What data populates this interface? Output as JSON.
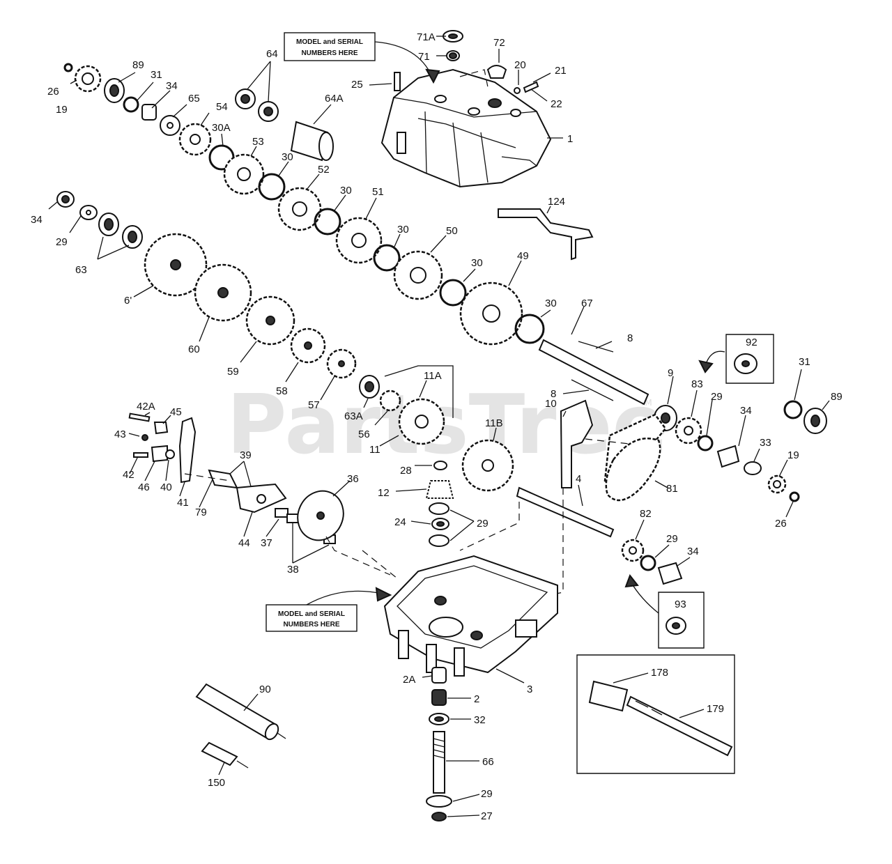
{
  "watermark": {
    "text": "PartsTree",
    "tm": "TM"
  },
  "callouts": {
    "model_serial_top": [
      "MODEL and SERIAL",
      "NUMBERS HERE"
    ],
    "model_serial_bottom": [
      "MODEL and SERIAL",
      "NUMBERS HERE"
    ]
  },
  "labels": {
    "l71A": "71A",
    "l71": "71",
    "l72": "72",
    "l20": "20",
    "l21": "21",
    "l22": "22",
    "l25": "25",
    "l1": "1",
    "l64a": "64",
    "l64A": "64A",
    "l26a": "26",
    "l19a": "19",
    "l89a": "89",
    "l31a": "31",
    "l34a": "34",
    "l65": "65",
    "l54": "54",
    "l30A": "30A",
    "l53": "53",
    "l30a": "30",
    "l52": "52",
    "l30b": "30",
    "l51": "51",
    "l30c": "30",
    "l50": "50",
    "l30d": "30",
    "l49": "49",
    "l30e": "30",
    "l124": "124",
    "l34b": "34",
    "l29a": "29",
    "l63": "63",
    "l6": "6'",
    "l60": "60",
    "l59": "59",
    "l58": "58",
    "l57": "57",
    "l63A": "63A",
    "l56": "56",
    "l11": "11",
    "l11A": "11A",
    "l11B": "11B",
    "l67": "67",
    "l8a": "8",
    "l8b": "8",
    "l92": "92",
    "l9": "9",
    "l83": "83",
    "l29b": "29",
    "l31b": "31",
    "l89b": "89",
    "l10": "10",
    "l34c": "34",
    "l33": "33",
    "l19b": "19",
    "l26b": "26",
    "l81": "81",
    "l42A": "42A",
    "l45": "45",
    "l43": "43",
    "l42": "42",
    "l46": "46",
    "l40": "40",
    "l41": "41",
    "l39": "39",
    "l79": "79",
    "l44": "44",
    "l37": "37",
    "l38": "38",
    "l36": "36",
    "l28": "28",
    "l12": "12",
    "l24": "24",
    "l29c": "29",
    "l4": "4",
    "l82": "82",
    "l29d": "29",
    "l34d": "34",
    "l93": "93",
    "l2A": "2A",
    "l2": "2",
    "l3": "3",
    "l32": "32",
    "l66": "66",
    "l29e": "29",
    "l27": "27",
    "l90": "90",
    "l150": "150",
    "l178": "178",
    "l179": "179"
  }
}
